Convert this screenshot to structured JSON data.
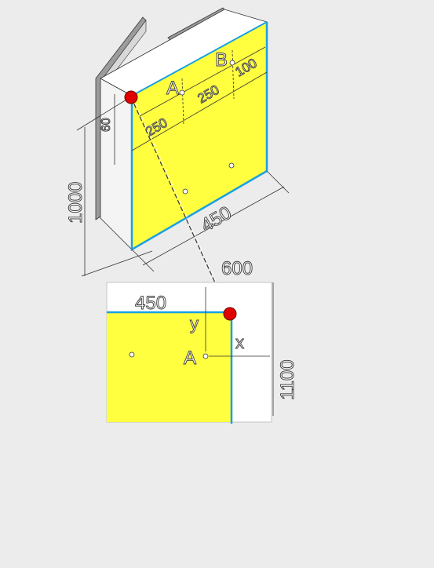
{
  "colors": {
    "panel": "#ffff40",
    "edge": "#1aa0e0",
    "point": "#e00000",
    "background": "#ececec",
    "wall": "#ffffff"
  },
  "iso": {
    "dim_height": "1000",
    "dim_width": "450",
    "dim_offset": "60",
    "dim_250_a": "250",
    "dim_250_b": "250",
    "dim_100": "100",
    "label_a": "A",
    "label_b": "B"
  },
  "plan": {
    "dim_width_total": "600",
    "dim_panel_width": "450",
    "dim_height_total": "1100",
    "label_y": "y",
    "label_x": "x",
    "label_a": "A"
  }
}
